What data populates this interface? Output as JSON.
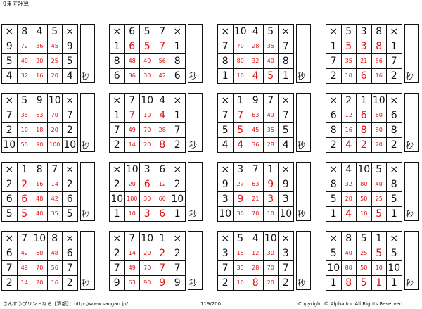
{
  "title": "9ます計算",
  "second_label": "秒",
  "corner_symbol": "×",
  "puzzles": [
    {
      "top": [
        "8",
        "4",
        "5"
      ],
      "left": [
        "9",
        "5",
        "4"
      ],
      "right": [
        "9",
        "5",
        "4"
      ],
      "cells": [
        [
          "72",
          "36",
          "45"
        ],
        [
          "40",
          "20",
          "25"
        ],
        [
          "32",
          "16",
          "20"
        ]
      ]
    },
    {
      "top": [
        "6",
        "5",
        "7"
      ],
      "left": [
        "1",
        "8",
        "6"
      ],
      "right": [
        "1",
        "8",
        "6"
      ],
      "cells": [
        [
          "6",
          "5",
          "7"
        ],
        [
          "48",
          "40",
          "56"
        ],
        [
          "36",
          "30",
          "42"
        ]
      ]
    },
    {
      "top": [
        "10",
        "4",
        "5"
      ],
      "left": [
        "7",
        "8",
        "1"
      ],
      "right": [
        "7",
        "8",
        "1"
      ],
      "cells": [
        [
          "70",
          "28",
          "35"
        ],
        [
          "80",
          "32",
          "40"
        ],
        [
          "10",
          "4",
          "5"
        ]
      ]
    },
    {
      "top": [
        "5",
        "3",
        "8"
      ],
      "left": [
        "1",
        "7",
        "2"
      ],
      "right": [
        "1",
        "7",
        "2"
      ],
      "cells": [
        [
          "5",
          "3",
          "8"
        ],
        [
          "35",
          "21",
          "56"
        ],
        [
          "10",
          "6",
          "16"
        ]
      ]
    },
    {
      "top": [
        "5",
        "9",
        "10"
      ],
      "left": [
        "7",
        "2",
        "10"
      ],
      "right": [
        "7",
        "2",
        "10"
      ],
      "cells": [
        [
          "35",
          "63",
          "70"
        ],
        [
          "10",
          "18",
          "20"
        ],
        [
          "50",
          "90",
          "100"
        ]
      ]
    },
    {
      "top": [
        "7",
        "10",
        "4"
      ],
      "left": [
        "1",
        "7",
        "2"
      ],
      "right": [
        "1",
        "7",
        "2"
      ],
      "cells": [
        [
          "7",
          "10",
          "4"
        ],
        [
          "49",
          "70",
          "28"
        ],
        [
          "14",
          "20",
          "8"
        ]
      ]
    },
    {
      "top": [
        "1",
        "9",
        "7"
      ],
      "left": [
        "7",
        "5",
        "4"
      ],
      "right": [
        "7",
        "5",
        "4"
      ],
      "cells": [
        [
          "7",
          "63",
          "49"
        ],
        [
          "5",
          "45",
          "35"
        ],
        [
          "4",
          "36",
          "28"
        ]
      ]
    },
    {
      "top": [
        "2",
        "1",
        "10"
      ],
      "left": [
        "6",
        "8",
        "2"
      ],
      "right": [
        "6",
        "8",
        "2"
      ],
      "cells": [
        [
          "12",
          "6",
          "60"
        ],
        [
          "16",
          "8",
          "80"
        ],
        [
          "4",
          "2",
          "20"
        ]
      ]
    },
    {
      "top": [
        "1",
        "8",
        "7"
      ],
      "left": [
        "2",
        "6",
        "5"
      ],
      "right": [
        "2",
        "6",
        "5"
      ],
      "cells": [
        [
          "2",
          "16",
          "14"
        ],
        [
          "6",
          "48",
          "42"
        ],
        [
          "5",
          "40",
          "35"
        ]
      ]
    },
    {
      "top": [
        "10",
        "3",
        "6"
      ],
      "left": [
        "2",
        "10",
        "1"
      ],
      "right": [
        "2",
        "10",
        "1"
      ],
      "cells": [
        [
          "20",
          "6",
          "12"
        ],
        [
          "100",
          "30",
          "60"
        ],
        [
          "10",
          "3",
          "6"
        ]
      ]
    },
    {
      "top": [
        "3",
        "7",
        "1"
      ],
      "left": [
        "9",
        "3",
        "10"
      ],
      "right": [
        "9",
        "3",
        "10"
      ],
      "cells": [
        [
          "27",
          "63",
          "9"
        ],
        [
          "9",
          "21",
          "3"
        ],
        [
          "30",
          "70",
          "10"
        ]
      ]
    },
    {
      "top": [
        "4",
        "10",
        "5"
      ],
      "left": [
        "8",
        "5",
        "1"
      ],
      "right": [
        "8",
        "5",
        "1"
      ],
      "cells": [
        [
          "32",
          "80",
          "40"
        ],
        [
          "20",
          "50",
          "25"
        ],
        [
          "4",
          "10",
          "5"
        ]
      ]
    },
    {
      "top": [
        "7",
        "10",
        "8"
      ],
      "left": [
        "6",
        "7",
        "2"
      ],
      "right": [
        "6",
        "7",
        "2"
      ],
      "cells": [
        [
          "42",
          "60",
          "48"
        ],
        [
          "49",
          "70",
          "56"
        ],
        [
          "14",
          "20",
          "16"
        ]
      ]
    },
    {
      "top": [
        "7",
        "10",
        "1"
      ],
      "left": [
        "2",
        "7",
        "9"
      ],
      "right": [
        "2",
        "7",
        "9"
      ],
      "cells": [
        [
          "14",
          "20",
          "2"
        ],
        [
          "49",
          "70",
          "7"
        ],
        [
          "63",
          "90",
          "9"
        ]
      ]
    },
    {
      "top": [
        "5",
        "4",
        "10"
      ],
      "left": [
        "3",
        "7",
        "2"
      ],
      "right": [
        "3",
        "7",
        "2"
      ],
      "cells": [
        [
          "15",
          "12",
          "30"
        ],
        [
          "35",
          "28",
          "70"
        ],
        [
          "10",
          "8",
          "20"
        ]
      ]
    },
    {
      "top": [
        "8",
        "5",
        "1"
      ],
      "left": [
        "5",
        "10",
        "1"
      ],
      "right": [
        "5",
        "10",
        "1"
      ],
      "cells": [
        [
          "40",
          "25",
          "5"
        ],
        [
          "80",
          "50",
          "10"
        ],
        [
          "8",
          "5",
          "1"
        ]
      ]
    }
  ],
  "footer": {
    "left": "さんすうプリントなら【算額】：http://www.sangan.jp/",
    "page": "119/200",
    "copyright": "Copyright © Alpha,Inc All Rights Reserved."
  }
}
